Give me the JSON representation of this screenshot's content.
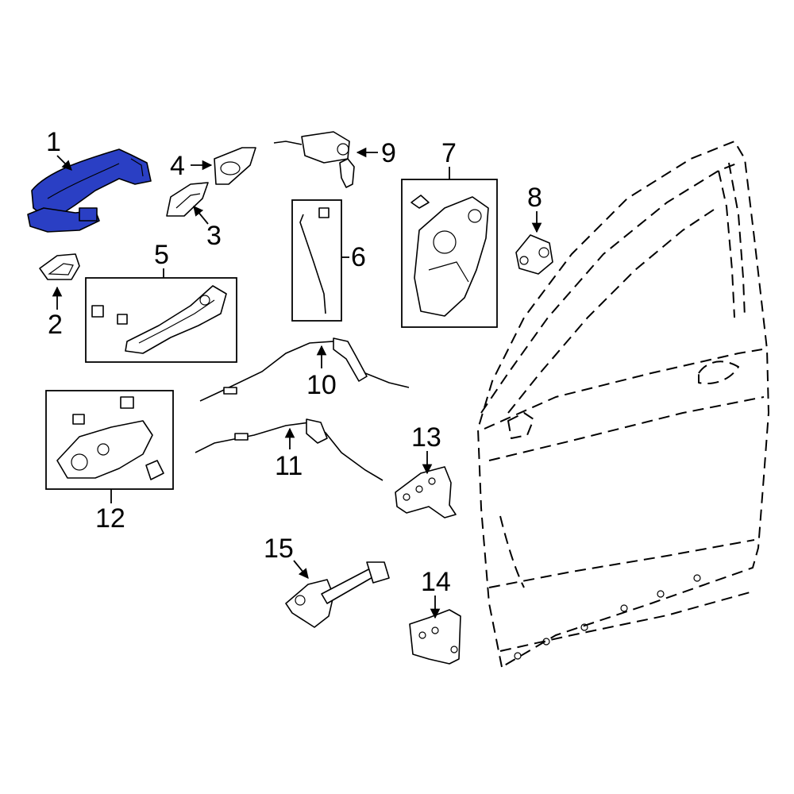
{
  "diagram": {
    "highlight_color": "#2a3fc4",
    "callouts": {
      "n1": "1",
      "n2": "2",
      "n3": "3",
      "n4": "4",
      "n5": "5",
      "n6": "6",
      "n7": "7",
      "n8": "8",
      "n9": "9",
      "n10": "10",
      "n11": "11",
      "n12": "12",
      "n13": "13",
      "n14": "14",
      "n15": "15"
    }
  }
}
